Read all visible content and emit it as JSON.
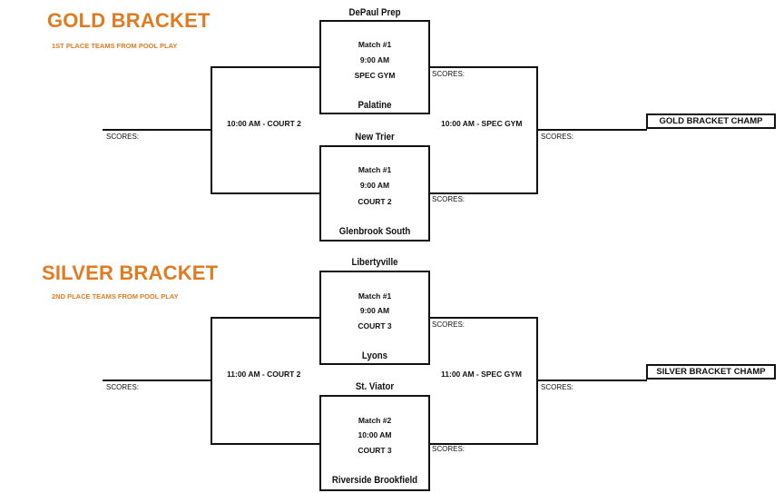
{
  "accent_color": "#e07b22",
  "gold": {
    "title": "GOLD BRACKET",
    "subtitle": "1ST PLACE TEAMS FROM POOL PLAY",
    "match1": {
      "team_top": "DePaul Prep",
      "label": "Match #1",
      "time": "9:00 AM",
      "venue": "SPEC GYM",
      "team_bottom": "Palatine",
      "scores": "SCORES:"
    },
    "match2": {
      "team_top": "New Trier",
      "label": "Match #1",
      "time": "9:00 AM",
      "venue": "COURT 2",
      "team_bottom": "Glenbrook South",
      "scores": "SCORES:"
    },
    "left_round": {
      "label": "10:00 AM - COURT 2",
      "scores": "SCORES:"
    },
    "right_round": {
      "label": "10:00 AM - SPEC GYM",
      "scores": "SCORES:"
    },
    "champ": "GOLD BRACKET CHAMP"
  },
  "silver": {
    "title": "SILVER BRACKET",
    "subtitle": "2ND PLACE TEAMS FROM POOL PLAY",
    "match1": {
      "team_top": "Libertyville",
      "label": "Match #1",
      "time": "9:00 AM",
      "venue": "COURT 3",
      "team_bottom": "Lyons",
      "scores": "SCORES:"
    },
    "match2": {
      "team_top": "St. Viator",
      "label": "Match #2",
      "time": "10:00 AM",
      "venue": "COURT 3",
      "team_bottom": "Riverside Brookfield",
      "scores": "SCORES:"
    },
    "left_round": {
      "label": "11:00 AM - COURT 2",
      "scores": "SCORES:"
    },
    "right_round": {
      "label": "11:00 AM - SPEC GYM",
      "scores": "SCORES:"
    },
    "champ": "SILVER BRACKET CHAMP"
  }
}
